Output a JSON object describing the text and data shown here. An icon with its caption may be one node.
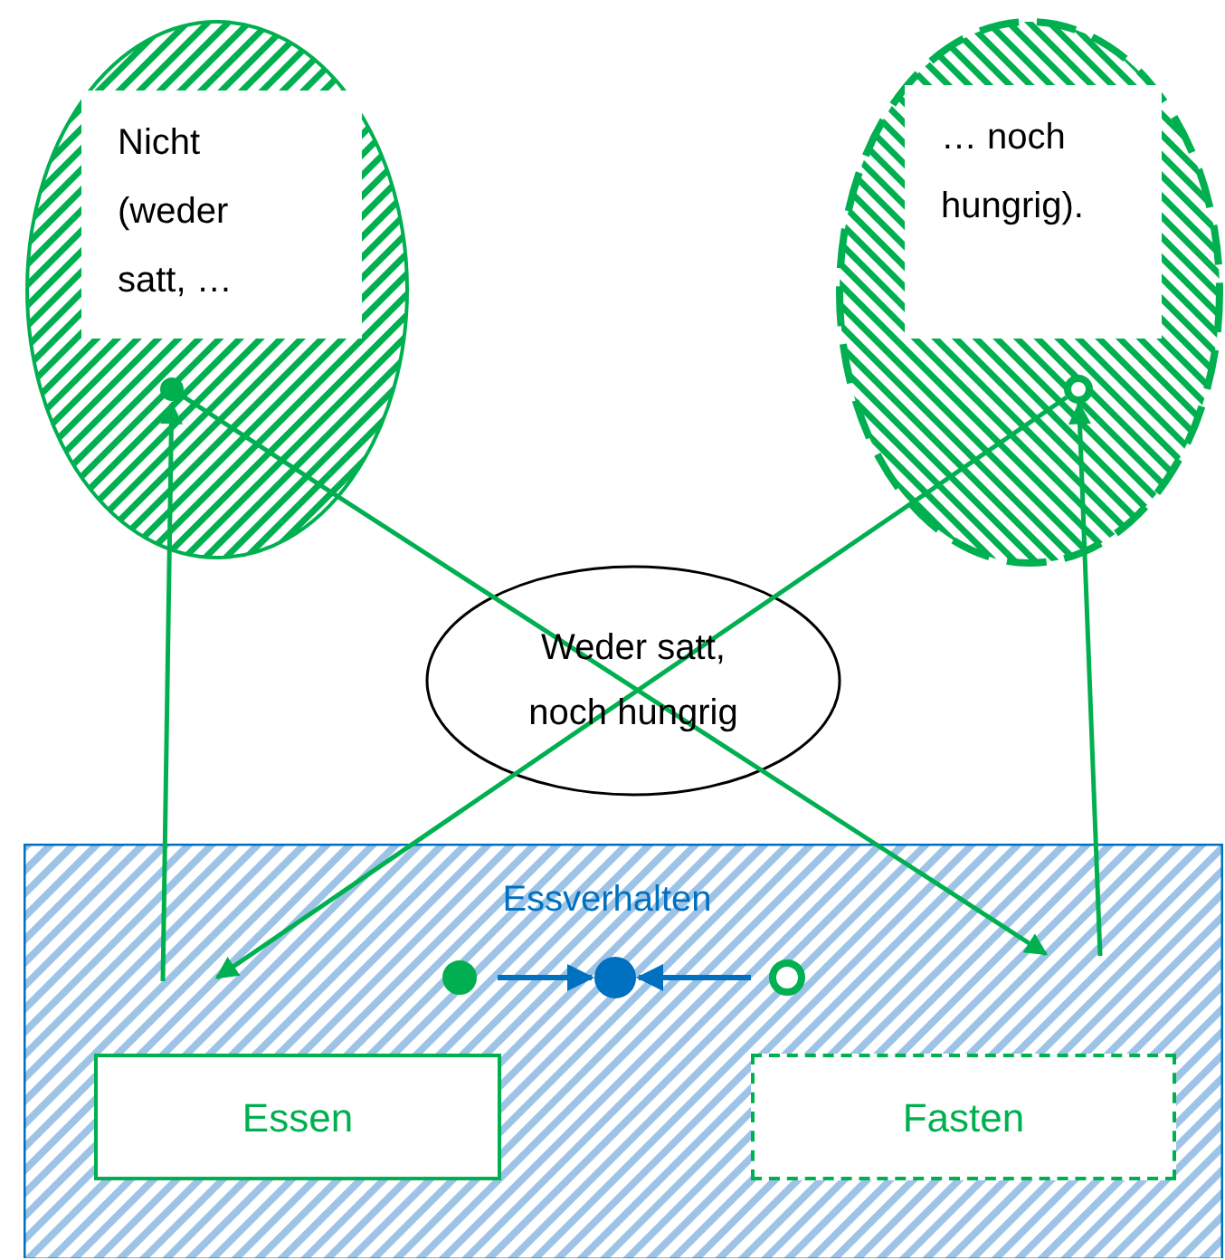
{
  "diagram": {
    "nodes": [
      {
        "text": [
          "Nicht (weder satt, …"
        ]
      },
      {
        "text": [],
        "shape": "circle",
        "in": 0
      },
      {
        "text": [
          "… noch hungrig)."
        ]
      },
      {
        "text": [],
        "shape": "circle",
        "in": 2
      },
      {
        "text": [
          "Weder satt, noch hungrig"
        ]
      },
      {
        "text": [
          "Essverhalten"
        ]
      },
      {
        "text": [],
        "shape": "circle",
        "in": 5
      },
      {
        "text": [],
        "shape": "circle",
        "in": 5
      },
      {
        "text": [],
        "shape": "circle",
        "in": 5
      },
      {
        "text": [
          "Essen"
        ],
        "in": 5
      },
      {
        "text": [
          "Fasten"
        ],
        "in": 5
      }
    ],
    "edges": [
      {
        "from": null,
        "to": 1,
        "arrow": "to"
      },
      {
        "from": 1,
        "to": null,
        "arrow": "to"
      },
      {
        "from": 3,
        "to": null,
        "arrow": "to"
      },
      {
        "from": null,
        "to": 3,
        "arrow": "to"
      },
      {
        "from": 6,
        "to": 7,
        "arrow": "to",
        "color": "#0070c0"
      },
      {
        "from": 8,
        "to": 7,
        "arrow": "to",
        "color": "#0070c0"
      }
    ]
  }
}
